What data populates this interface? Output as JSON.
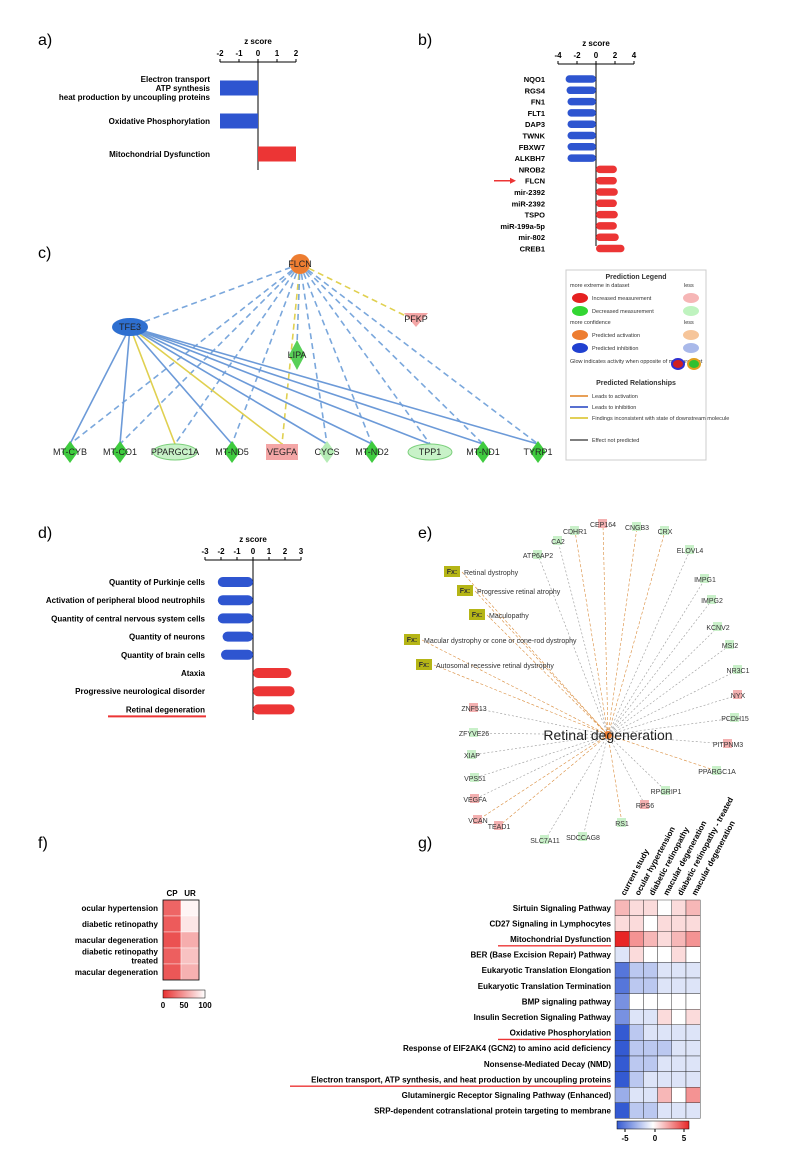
{
  "panels": {
    "a": "a)",
    "b": "b)",
    "c": "c)",
    "d": "d)",
    "e": "e)",
    "f": "f)",
    "g": "g)"
  },
  "chart_data": [
    {
      "panel": "a",
      "type": "bar",
      "orientation": "horizontal",
      "xlabel": "z score",
      "xlim": [
        -2,
        2
      ],
      "xticks": [
        "-2",
        "-1",
        "0",
        "1",
        "2"
      ],
      "categories": [
        "Electron transport\nATP synthesis\nheat production by uncoupling proteins",
        "Oxidative Phosphorylation",
        "Mitochondrial Dysfunction"
      ],
      "values": [
        -2.0,
        -2.0,
        2.0
      ],
      "colors": {
        "negative": "#2e55d0",
        "positive": "#ec3535"
      }
    },
    {
      "panel": "b",
      "type": "bar",
      "orientation": "horizontal",
      "xlabel": "z score",
      "xlim": [
        -4,
        4
      ],
      "xticks": [
        "-4",
        "-2",
        "0",
        "2",
        "4"
      ],
      "categories": [
        "NQO1",
        "RGS4",
        "FN1",
        "FLT1",
        "DAP3",
        "TWNK",
        "FBXW7",
        "ALKBH7",
        "NROB2",
        "FLCN",
        "mir-2392",
        "miR-2392",
        "TSPO",
        "miR-199a-5p",
        "mir-802",
        "CREB1"
      ],
      "values": [
        -3.2,
        -3.1,
        -3.0,
        -3.0,
        -3.0,
        -3.0,
        -3.0,
        -3.0,
        2.2,
        2.2,
        2.3,
        2.2,
        2.3,
        2.2,
        2.4,
        3.0
      ],
      "highlight": "FLCN"
    },
    {
      "panel": "d",
      "type": "bar",
      "orientation": "horizontal",
      "xlabel": "z score",
      "xlim": [
        -3,
        3
      ],
      "xticks": [
        "-3",
        "-2",
        "-1",
        "0",
        "1",
        "2",
        "3"
      ],
      "categories": [
        "Quantity of Purkinje cells",
        "Activation of peripheral blood neutrophils",
        "Quantity of central nervous system cells",
        "Quantity of neurons",
        "Quantity of brain cells",
        "Ataxia",
        "Progressive neurological disorder",
        "Retinal degeneration"
      ],
      "values": [
        -2.2,
        -2.2,
        -2.2,
        -1.9,
        -2.0,
        2.4,
        2.6,
        2.6
      ],
      "highlight": "Retinal degeneration"
    },
    {
      "panel": "f",
      "type": "heatmap",
      "columns": [
        "CP",
        "UR"
      ],
      "rows": [
        "ocular hypertension",
        "diabetic retinopathy",
        "macular degeneration",
        "diabetic retinopathy\ntreated",
        "macular degeneration"
      ],
      "values": [
        [
          75,
          5
        ],
        [
          80,
          12
        ],
        [
          85,
          40
        ],
        [
          78,
          30
        ],
        [
          82,
          38
        ]
      ],
      "colorbar": {
        "ticks": [
          "0",
          "50",
          "100"
        ],
        "range": [
          0,
          100
        ]
      }
    },
    {
      "panel": "g",
      "type": "heatmap",
      "columns": [
        "current study",
        "ocular hypertension",
        "diabetic retinopathy",
        "macular degeneration",
        "diabetic retinopathy - treated",
        "macular degeneration"
      ],
      "rows": [
        "Sirtuin Signaling Pathway",
        "CD27 Signaling in Lymphocytes",
        "Mitochondrial Dysfunction",
        "BER (Base Excision Repair) Pathway",
        "Eukaryotic Translation Elongation",
        "Eukaryotic Translation Termination",
        "BMP signaling pathway",
        "Insulin Secretion Signaling Pathway",
        "Oxidative Phosphorylation",
        "Response of EIF2AK4 (GCN2) to amino acid deficiency",
        "Nonsense-Mediated Decay (NMD)",
        "Electron transport, ATP synthesis, and heat production by uncoupling proteins",
        "Glutaminergic Receptor Signaling Pathway (Enhanced)",
        "SRP-dependent cotranslational protein targeting to membrane"
      ],
      "values": [
        [
          2,
          1,
          1,
          0,
          1,
          2
        ],
        [
          1,
          1,
          0,
          1,
          1,
          1
        ],
        [
          6,
          3,
          2,
          1,
          2,
          3
        ],
        [
          -1,
          1,
          0,
          0,
          1,
          0
        ],
        [
          -5,
          -2,
          -2,
          -1,
          -1,
          -1
        ],
        [
          -5,
          -2,
          -2,
          -1,
          -1,
          -1
        ],
        [
          -4,
          0,
          0,
          0,
          0,
          0
        ],
        [
          -4,
          -1,
          -1,
          1,
          0,
          1
        ],
        [
          -6,
          -2,
          -1,
          -1,
          -1,
          -1
        ],
        [
          -6,
          -2,
          -2,
          -2,
          -1,
          -1
        ],
        [
          -6,
          -2,
          -2,
          -1,
          -1,
          -1
        ],
        [
          -6,
          -2,
          -1,
          -1,
          -1,
          -1
        ],
        [
          -3,
          -1,
          -1,
          2,
          0,
          3
        ],
        [
          -6,
          -2,
          -2,
          -1,
          -1,
          -1
        ]
      ],
      "underlined": [
        "Mitochondrial Dysfunction",
        "Oxidative Phosphorylation",
        "Electron transport, ATP synthesis, and heat production by uncoupling proteins"
      ],
      "colorbar": {
        "ticks": [
          "-5",
          "0",
          "5"
        ],
        "range": [
          -6,
          6
        ]
      }
    }
  ],
  "network_c": {
    "hub": "FLCN",
    "tfe": "TFE3",
    "targets": [
      "MT-CYB",
      "MT-CO1",
      "PPARGC1A",
      "MT-ND5",
      "VEGFA",
      "CYCS",
      "MT-ND2",
      "TPP1",
      "MT-ND1",
      "TYRP1"
    ],
    "others": [
      "PFKP",
      "LIPA"
    ],
    "legend": {
      "title": "Prediction Legend",
      "more_extreme": "more extreme in dataset",
      "less": "less",
      "increased": "Increased measurement",
      "decreased": "Decreased measurement",
      "more_confidence": "more confidence",
      "activation": "Predicted activation",
      "inhibition": "Predicted inhibition",
      "glow": "Glow indicates activity when opposite of measurement",
      "relationships_title": "Predicted Relationships",
      "rel1": "Leads to activation",
      "rel2": "Leads to inhibition",
      "rel3": "Findings inconsistent with state of downstream molecule",
      "rel4": "Effect not predicted"
    }
  },
  "network_e": {
    "center": "Retinal degeneration",
    "fx_labels": [
      "Retinal dystrophy",
      "Progressive retinal atrophy",
      "Maculopathy",
      "Macular dystrophy or cone or cone-rod dystrophy",
      "Autosomal recessive retinal dystrophy"
    ],
    "fx_tag": "Fx:",
    "genes": [
      "CDHR1",
      "CEP164",
      "CNGB3",
      "CRX",
      "ELOVL4",
      "CA2",
      "ATP6AP2",
      "IMPG1",
      "IMPG2",
      "KCNV2",
      "MSI2",
      "NR3C1",
      "NYX",
      "PCDH15",
      "PITPNM3",
      "PPARGC1A",
      "RPGRIP1",
      "RPS6",
      "RS1",
      "SDCCAG8",
      "SLC7A11",
      "TEAD1",
      "VCAN",
      "VEGFA",
      "VPS51",
      "XIAP",
      "ZFYVE26",
      "ZNF513"
    ]
  }
}
